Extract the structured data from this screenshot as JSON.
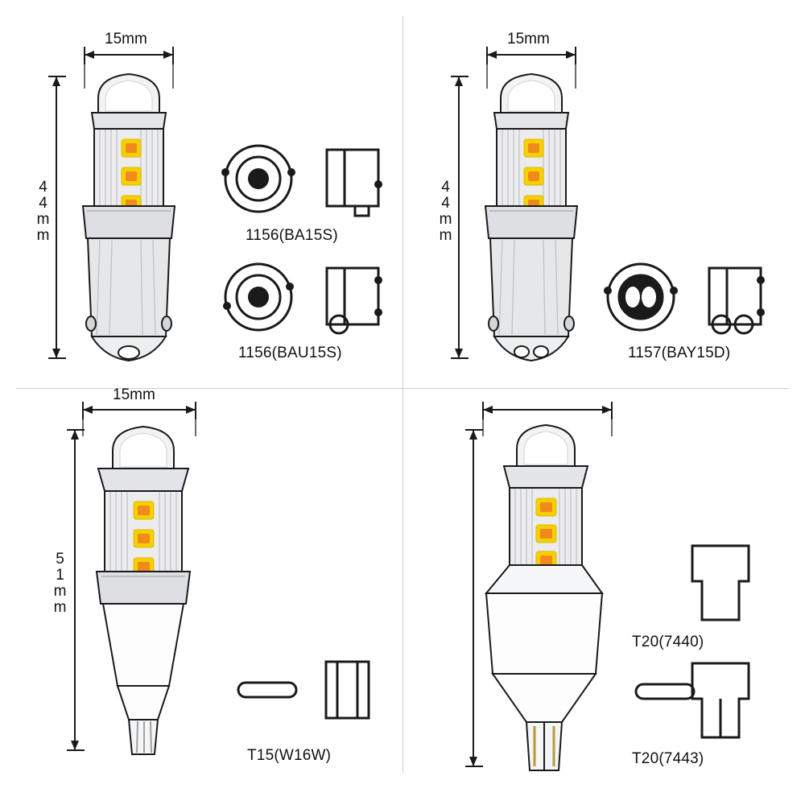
{
  "page": {
    "title": "LED bulb size and base type specification diagram",
    "background": "#ffffff",
    "line_color": "#1a1a1a"
  },
  "quadrants": [
    {
      "id": "top-left",
      "bulb_label": "1156-style LED bulb",
      "width_dim": "15mm",
      "height_dim": "44mm",
      "base_types": [
        {
          "name": "1156(BA15S)",
          "pin_style": "single-contact-offset"
        },
        {
          "name": "1156(BAU15S)",
          "pin_style": "single-contact-staggered"
        }
      ]
    },
    {
      "id": "top-right",
      "bulb_label": "1157-style LED bulb",
      "width_dim": "15mm",
      "height_dim": "44mm",
      "base_types": [
        {
          "name": "1157(BAY15D)",
          "pin_style": "dual-contact"
        }
      ]
    },
    {
      "id": "bottom-left",
      "bulb_label": "T15 wedge LED bulb",
      "width_dim": "15mm",
      "height_dim": "51mm",
      "base_types": [
        {
          "name": "T15(W16W)",
          "pin_style": "wedge-single"
        }
      ]
    },
    {
      "id": "bottom-right",
      "bulb_label": "T20 wedge LED bulb",
      "width_dim": "",
      "height_dim": "",
      "base_types": [
        {
          "name": "T20(7440)",
          "pin_style": "wedge-single"
        },
        {
          "name": "T20(7443)",
          "pin_style": "wedge-dual"
        }
      ]
    }
  ],
  "colors": {
    "led_yellow": "#f5d000",
    "led_orange": "#f08a1a",
    "bulb_body": "#e9eaec",
    "bulb_shadow": "#b9bcc0",
    "outline": "#1a1a1a"
  }
}
